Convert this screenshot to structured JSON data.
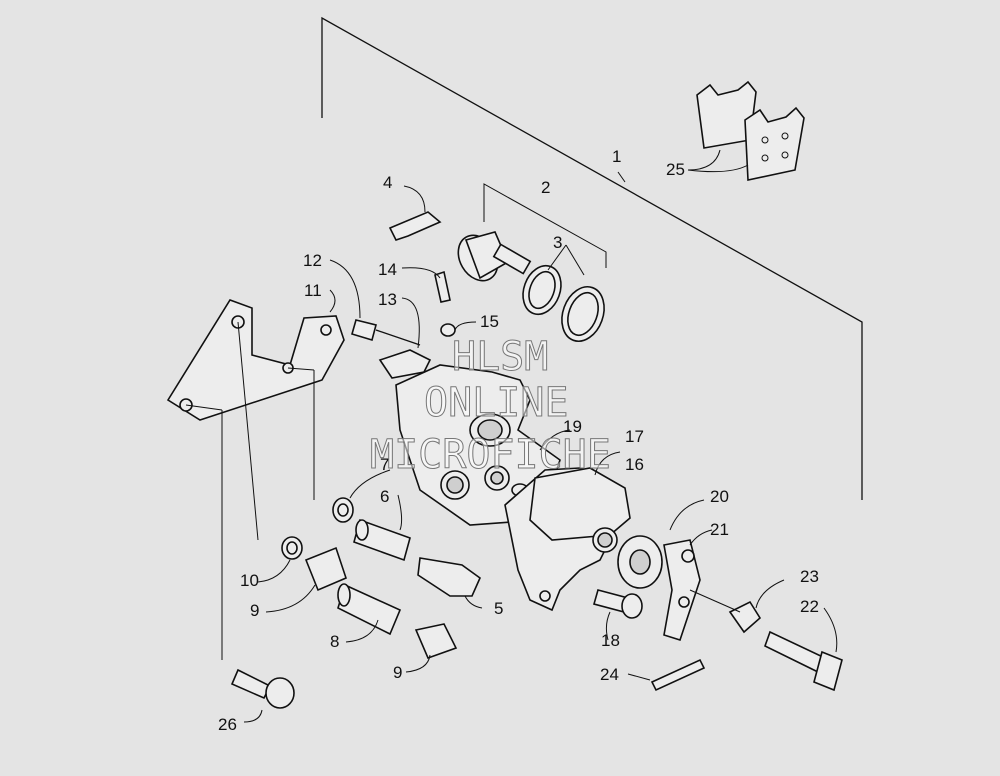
{
  "watermark": {
    "line1": "HLSM",
    "line2": "ONLINE",
    "line3": "MICROFICHE"
  },
  "callouts": [
    "1",
    "2",
    "3",
    "4",
    "5",
    "6",
    "7",
    "8",
    "9",
    "9",
    "10",
    "11",
    "12",
    "13",
    "14",
    "15",
    "16",
    "17",
    "18",
    "19",
    "20",
    "21",
    "22",
    "23",
    "24",
    "25",
    "26"
  ]
}
